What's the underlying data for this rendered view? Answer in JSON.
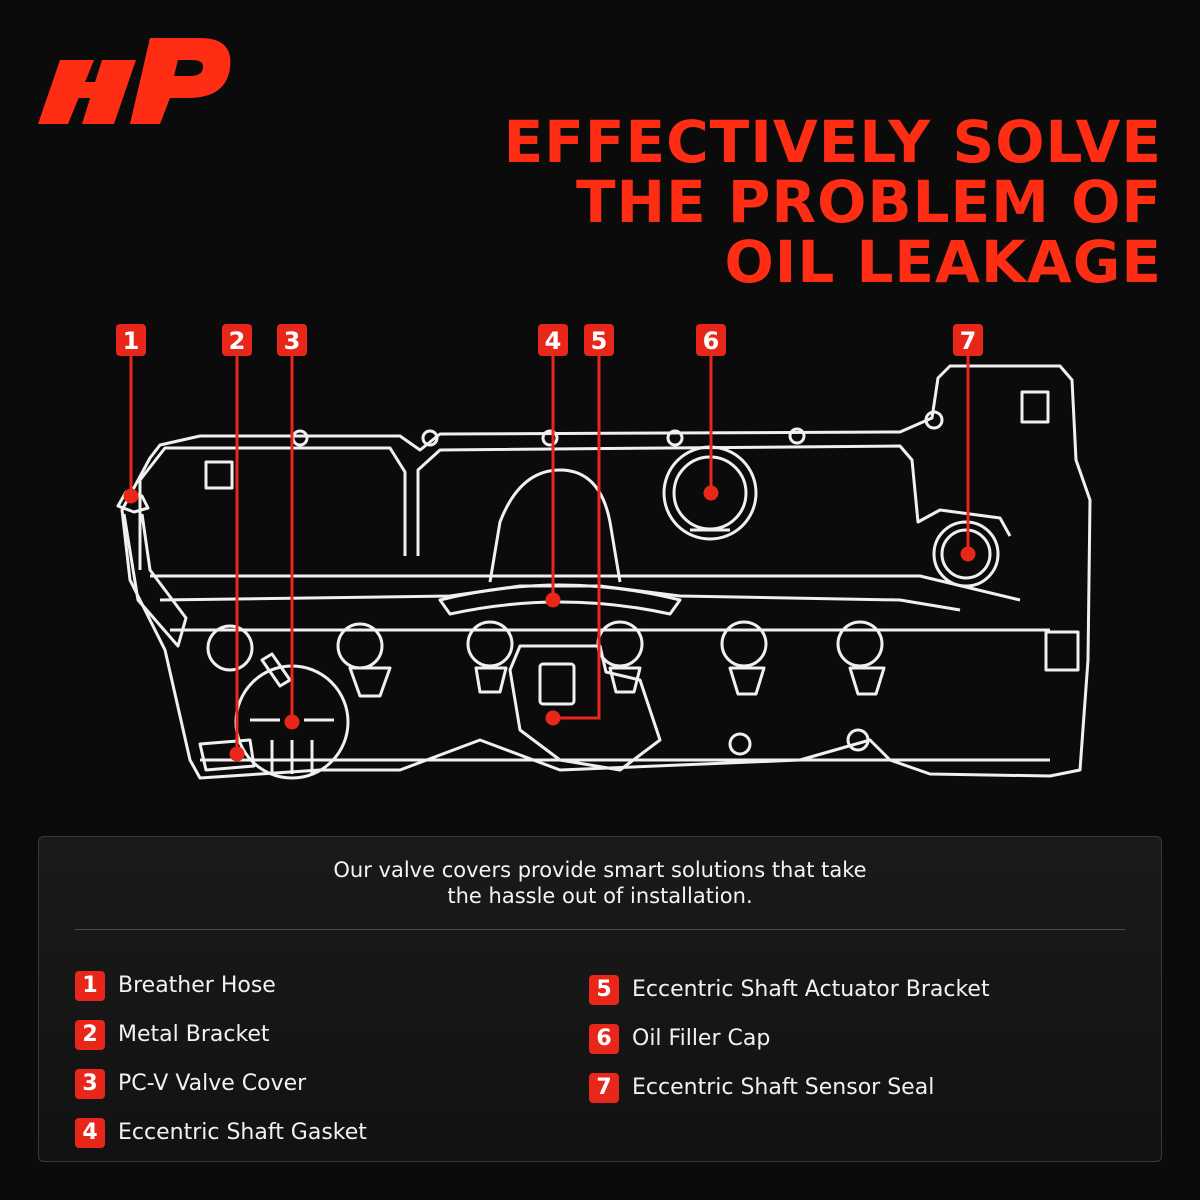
{
  "brand": {
    "accent_color": "#e8271a",
    "logo_icon": "ap-logo-icon"
  },
  "headline": {
    "line1": "EFFECTIVELY SOLVE",
    "line2": "THE PROBLEM OF",
    "line3": "OIL LEAKAGE"
  },
  "diagram": {
    "subject": "valve-cover-line-drawing",
    "callouts": [
      "1",
      "2",
      "3",
      "4",
      "5",
      "6",
      "7"
    ]
  },
  "description": {
    "line1": "Our valve covers provide smart solutions that take",
    "line2": "the hassle out of installation."
  },
  "legend": {
    "left": [
      {
        "num": "1",
        "label": "Breather Hose"
      },
      {
        "num": "2",
        "label": "Metal Bracket"
      },
      {
        "num": "3",
        "label": "PC-V Valve Cover"
      },
      {
        "num": "4",
        "label": "Eccentric Shaft Gasket"
      }
    ],
    "right": [
      {
        "num": "5",
        "label": "Eccentric Shaft Actuator Bracket"
      },
      {
        "num": "6",
        "label": "Oil Filler Cap"
      },
      {
        "num": "7",
        "label": "Eccentric Shaft Sensor Seal"
      }
    ]
  }
}
